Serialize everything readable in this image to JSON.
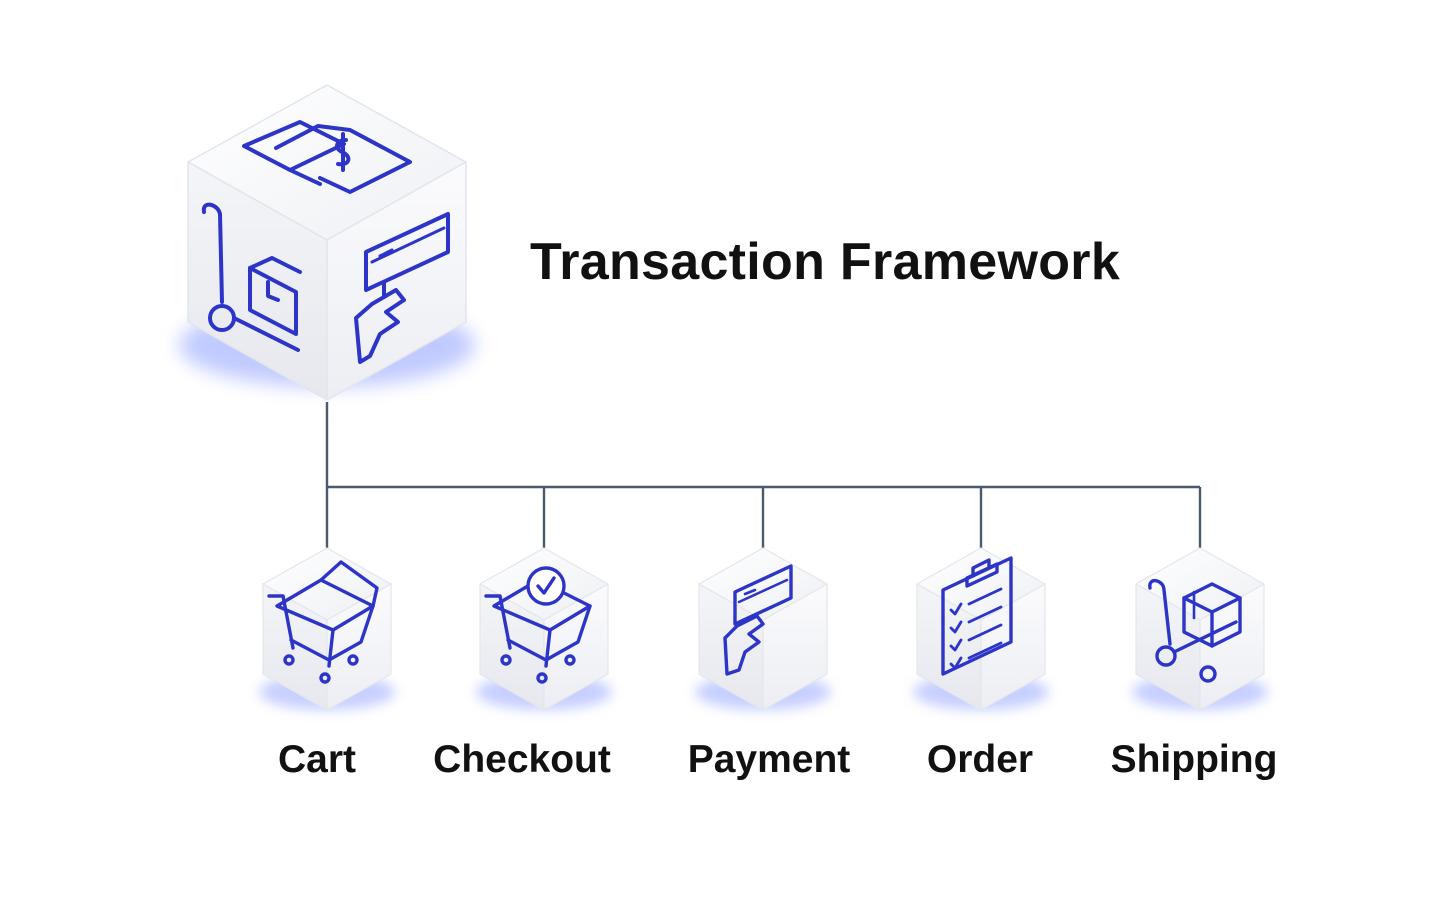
{
  "diagram": {
    "title": "Transaction Framework",
    "root": {
      "icon": "transaction-cube-icon",
      "face_icons": [
        "cash-document-icon",
        "hand-truck-box-icon",
        "hand-card-icon"
      ]
    },
    "children": [
      {
        "id": "cart",
        "label": "Cart",
        "icon": "shopping-cart-icon"
      },
      {
        "id": "checkout",
        "label": "Checkout",
        "icon": "cart-checkmark-icon"
      },
      {
        "id": "payment",
        "label": "Payment",
        "icon": "hand-card-icon"
      },
      {
        "id": "order",
        "label": "Order",
        "icon": "clipboard-checklist-icon"
      },
      {
        "id": "shipping",
        "label": "Shipping",
        "icon": "hand-truck-box-icon"
      }
    ],
    "colors": {
      "icon_stroke": "#2c35c8",
      "connector": "#4a5a6e",
      "glow": "#8fa0ff",
      "text": "#111111"
    }
  }
}
